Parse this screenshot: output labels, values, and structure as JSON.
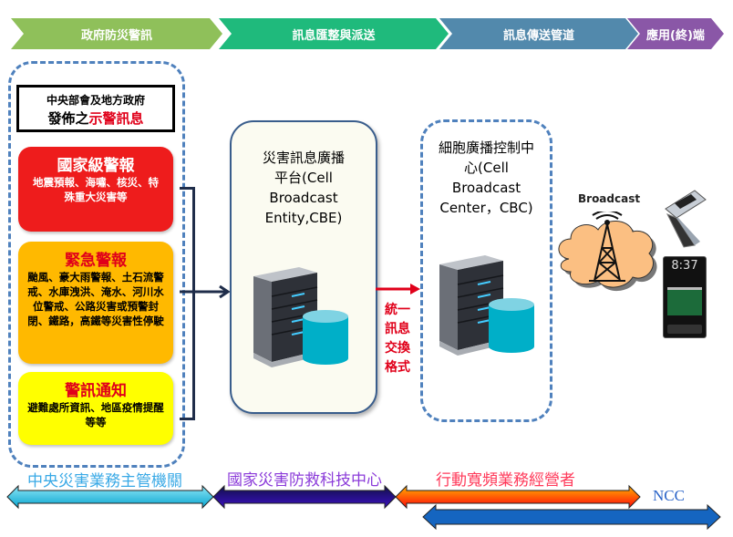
{
  "stages": [
    {
      "label": "政府防災警訊",
      "color": "#8fc05a"
    },
    {
      "label": "訊息匯整與派送",
      "color": "#1fba7c"
    },
    {
      "label": "訊息傳送管道",
      "color": "#5289ac"
    },
    {
      "label": "應用(終)端",
      "color": "#8a57a7"
    }
  ],
  "issuer": {
    "line1": "中央部會及地方政府",
    "line2_prefix": "發佈之",
    "line2_highlight": "示警訊息"
  },
  "alerts": [
    {
      "title": "國家級警報",
      "desc": "地震預報、海嘯、核災、特殊重大災害等",
      "bg": "#ee1c1c",
      "title_color": "#ffffff",
      "desc_color": "#ffffff"
    },
    {
      "title": "緊急警報",
      "desc": "颱風、豪大雨警報、土石流警戒、水庫洩洪、淹水、河川水位警戒、公路災害或預警封閉、鐵路，高鐵等災害性停駛",
      "bg": "#ffb900",
      "title_color": "#e0001a",
      "desc_color": "#000000"
    },
    {
      "title": "警訊通知",
      "desc": "避難處所資訊、地區疫情提醒等等",
      "bg": "#ffff00",
      "title_color": "#e0001a",
      "desc_color": "#000000"
    }
  ],
  "cbe": {
    "title_lines": [
      "災害訊息廣播",
      "平台(Cell",
      "Broadcast",
      "Entity,CBE)"
    ]
  },
  "cbc": {
    "title_lines": [
      "細胞廣播控制中",
      "心(Cell",
      "Broadcast",
      "Center，CBC)"
    ]
  },
  "exchange_label": [
    "統一",
    "訊息",
    "交換",
    "格式"
  ],
  "broadcast_label": "Broadcast",
  "phone": {
    "time": "8:37"
  },
  "responsibilities": [
    {
      "label": "中央災害業務主管機關",
      "label_color": "#39a9e6",
      "arrow_color": "#15b8dc"
    },
    {
      "label": "國家災害防救科技中心",
      "label_color": "#8b3bd9",
      "arrow_color": "#2a0aa0"
    },
    {
      "label": "行動寬頻業務經營者",
      "label_color": "#ff3a5a",
      "arrow_color": "#ff5a00"
    },
    {
      "label": "NCC",
      "label_color": "#2a64c8",
      "arrow_color": "#1565c0"
    }
  ]
}
